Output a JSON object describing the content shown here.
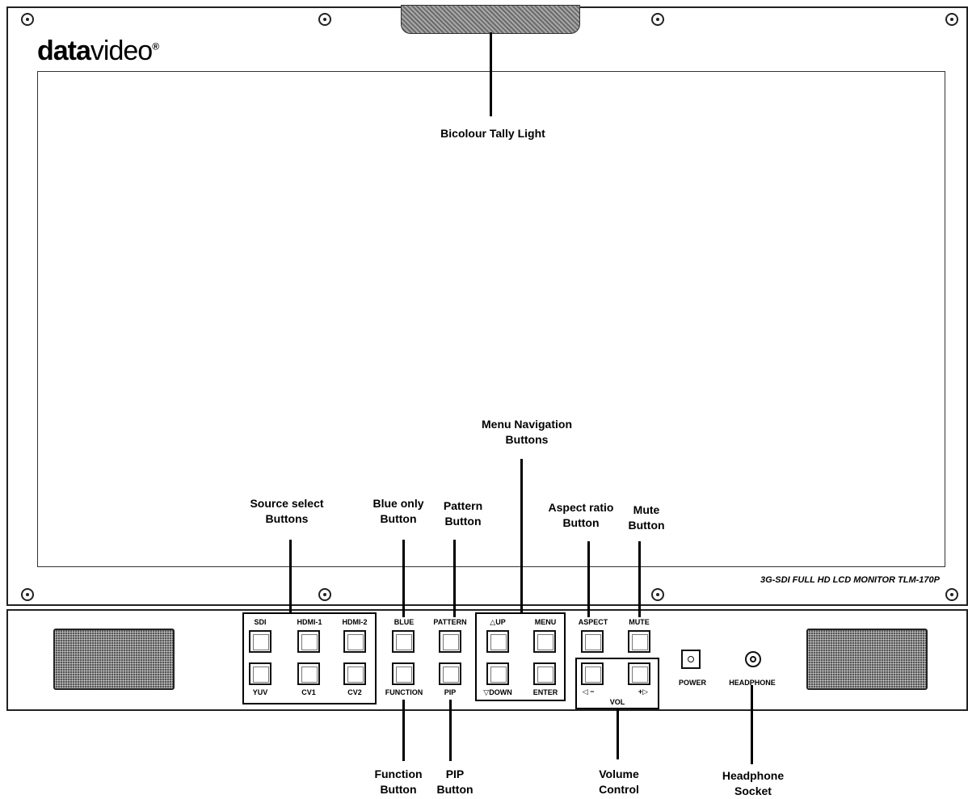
{
  "brand": {
    "logo_bold": "data",
    "logo_light": "video",
    "logo_mark": "®"
  },
  "model_label": "3G-SDI FULL HD LCD MONITOR TLM-170P",
  "buttons": {
    "sdi": "SDI",
    "hdmi1": "HDMI-1",
    "hdmi2": "HDMI-2",
    "yuv": "YUV",
    "cv1": "CV1",
    "cv2": "CV2",
    "blue": "BLUE",
    "pattern": "PATTERN",
    "function": "FUNCTION",
    "pip": "PIP",
    "up": "△UP",
    "menu": "MENU",
    "down": "▽DOWN",
    "enter": "ENTER",
    "aspect": "ASPECT",
    "mute": "MUTE",
    "vol_minus": "◁ −",
    "vol_plus": "+▷",
    "vol": "VOL",
    "power": "POWER",
    "headphone": "HEADPHONE"
  },
  "callouts": {
    "tally": "Bicolour Tally Light",
    "menu_nav_1": "Menu Navigation",
    "menu_nav_2": "Buttons",
    "source_1": "Source select",
    "source_2": "Buttons",
    "blue_1": "Blue only",
    "blue_2": "Button",
    "pattern_1": "Pattern",
    "pattern_2": "Button",
    "aspect_1": "Aspect ratio",
    "aspect_2": "Button",
    "mute_1": "Mute",
    "mute_2": "Button",
    "function_1": "Function",
    "function_2": "Button",
    "pip_1": "PIP",
    "pip_2": "Button",
    "volume_1": "Volume",
    "volume_2": "Control",
    "headphone_1": "Headphone",
    "headphone_2": "Socket"
  }
}
